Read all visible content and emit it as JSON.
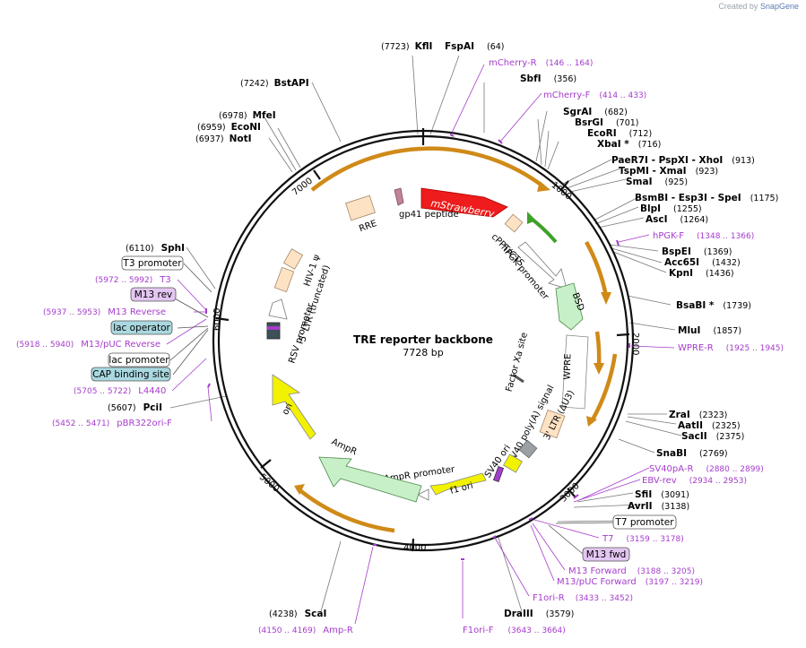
{
  "watermark": {
    "prefix": "Created by",
    "brand": "SnapGene"
  },
  "map": {
    "title": "TRE reporter backbone",
    "length": "7728 bp",
    "ticks": [
      "1000",
      "2000",
      "3000",
      "4000",
      "5000",
      "6000",
      "7000"
    ]
  },
  "features": {
    "gp41": "gp41 peptide",
    "rre": "RRE",
    "mstrawberry": "mStrawberry",
    "cppt": "cPPT/CTS",
    "hpgk": "hPGK promoter",
    "bsd": "BSD",
    "wpre": "WPRE",
    "factorxa": "Factor Xa site",
    "ltr3": "3' LTR (ΔU3)",
    "sv40pa": "SV40 poly(A) signal",
    "sv40ori": "SV40 ori",
    "f1ori": "f1 ori",
    "amppromoter": "AmpR promoter",
    "ampr": "AmpR",
    "ori": "ori",
    "rsv": "RSV promoter",
    "ltr5": "5' LTR (truncated)",
    "hivpsi": "HIV-1 ψ"
  },
  "sites": {
    "kfli": {
      "pos": "(7723)",
      "name": "KflI"
    },
    "fspai": {
      "name": "FspAI",
      "pos": "(64)"
    },
    "sbfi": {
      "name": "SbfI",
      "pos": "(356)"
    },
    "sgrai": {
      "name": "SgrAI",
      "pos": "(682)"
    },
    "bsrgi": {
      "name": "BsrGI",
      "pos": "(701)"
    },
    "ecori": {
      "name": "EcoRI",
      "pos": "(712)"
    },
    "xbai": {
      "name": "XbaI *",
      "pos": "(716)"
    },
    "paer7i": {
      "name": "PaeR7I  - PspXI  - XhoI",
      "pos": "(913)"
    },
    "tspmi": {
      "name": "TspMI  - XmaI",
      "pos": "(923)"
    },
    "smai": {
      "name": "SmaI",
      "pos": "(925)"
    },
    "bsmbi": {
      "name": "BsmBI  - Esp3I  - SpeI",
      "pos": "(1175)"
    },
    "blpi": {
      "name": "BlpI",
      "pos": "(1255)"
    },
    "asci": {
      "name": "AscI",
      "pos": "(1264)"
    },
    "bspei": {
      "name": "BspEI",
      "pos": "(1369)"
    },
    "acc65i": {
      "name": "Acc65I",
      "pos": "(1432)"
    },
    "kpni": {
      "name": "KpnI",
      "pos": "(1436)"
    },
    "bsabi": {
      "name": "BsaBI  *",
      "pos": "(1739)"
    },
    "mlui": {
      "name": "MluI",
      "pos": "(1857)"
    },
    "zrai": {
      "name": "ZraI",
      "pos": "(2323)"
    },
    "aatii": {
      "name": "AatII",
      "pos": "(2325)"
    },
    "sacii": {
      "name": "SacII",
      "pos": "(2375)"
    },
    "snabi": {
      "name": "SnaBI",
      "pos": "(2769)"
    },
    "sfii": {
      "name": "SfiI",
      "pos": "(3091)"
    },
    "avrii": {
      "name": "AvrII",
      "pos": "(3138)"
    },
    "draiii": {
      "name": "DraIII",
      "pos": "(3579)"
    },
    "scai": {
      "pos": "(4238)",
      "name": "ScaI"
    },
    "pcii": {
      "pos": "(5607)",
      "name": "PciI"
    },
    "sphi": {
      "pos": "(6110)",
      "name": "SphI"
    },
    "noti": {
      "pos": "(6937)",
      "name": "NotI"
    },
    "econi": {
      "pos": "(6959)",
      "name": "EcoNI"
    },
    "mfei": {
      "pos": "(6978)",
      "name": "MfeI"
    },
    "bstapi": {
      "pos": "(7242)",
      "name": "BstAPI"
    }
  },
  "primers": {
    "mcherryr": {
      "name": "mCherry-R",
      "range": "(146 .. 164)"
    },
    "mcherryf": {
      "name": "mCherry-F",
      "range": "(414 .. 433)"
    },
    "hpgkf": {
      "name": "hPGK-F",
      "range": "(1348 .. 1366)"
    },
    "wprer": {
      "name": "WPRE-R",
      "range": "(1925 .. 1945)"
    },
    "sv40par": {
      "name": "SV40pA-R",
      "range": "(2880 .. 2899)"
    },
    "ebvrev": {
      "name": "EBV-rev",
      "range": "(2934 .. 2953)"
    },
    "t7": {
      "name": "T7",
      "range": "(3159 .. 3178)"
    },
    "m13fwd": {
      "name": "M13 Forward",
      "range": "(3188 .. 3205)"
    },
    "m13pucfwd": {
      "name": "M13/pUC Forward",
      "range": "(3197 .. 3219)"
    },
    "f1orir": {
      "name": "F1ori-R",
      "range": "(3433 .. 3452)"
    },
    "f1orif": {
      "name": "F1ori-F",
      "range": "(3643 .. 3664)"
    },
    "ampr": {
      "name": "Amp-R",
      "range": "(4150 .. 4169)"
    },
    "pbr322": {
      "range": "(5452 .. 5471)",
      "name": "pBR322ori-F"
    },
    "l4440": {
      "range": "(5705 .. 5722)",
      "name": "L4440"
    },
    "m13pucrev": {
      "range": "(5918 .. 5940)",
      "name": "M13/pUC Reverse"
    },
    "m13rev": {
      "range": "(5937 .. 5953)",
      "name": "M13 Reverse"
    },
    "t3": {
      "range": "(5972 .. 5992)",
      "name": "T3"
    }
  },
  "boxes": {
    "t7promoter": "T7 promoter",
    "m13fwd": "M13 fwd",
    "t3promoter": "T3 promoter",
    "m13rev": "M13 rev",
    "lacoperator": "lac operator",
    "lacpromoter": "lac promoter",
    "cap": "CAP binding site"
  },
  "colors": {
    "mstrawberry": "#ee1c1c",
    "bsd": "#c8f0c8",
    "ori": "#f2f200",
    "ampr": "#c8f0c8",
    "promoter": "#ffffff",
    "ltr": "#fde2c4",
    "orf_arc": "#d08a18",
    "primer": "#a53ccb",
    "lac_fill": "#a9d8e0"
  }
}
